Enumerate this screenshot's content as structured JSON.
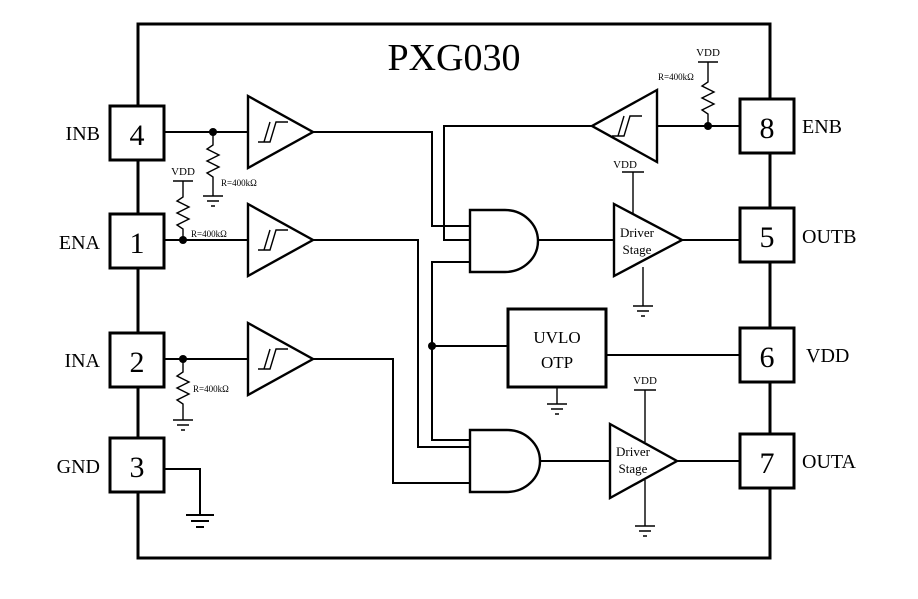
{
  "title": "PXG030",
  "pins": {
    "inb": {
      "number": "4",
      "name": "INB"
    },
    "ena": {
      "number": "1",
      "name": "ENA"
    },
    "ina": {
      "number": "2",
      "name": "INA"
    },
    "gnd": {
      "number": "3",
      "name": "GND"
    },
    "enb": {
      "number": "8",
      "name": "ENB"
    },
    "outb": {
      "number": "5",
      "name": "OUTB"
    },
    "vdd": {
      "number": "6",
      "name": "VDD"
    },
    "outa": {
      "number": "7",
      "name": "OUTA"
    }
  },
  "resistor_label": "R=400kΩ",
  "vdd_label": "VDD",
  "uvlo": {
    "line1": "UVLO",
    "line2": "OTP"
  },
  "driver": {
    "line1": "Driver",
    "line2": "Stage"
  }
}
